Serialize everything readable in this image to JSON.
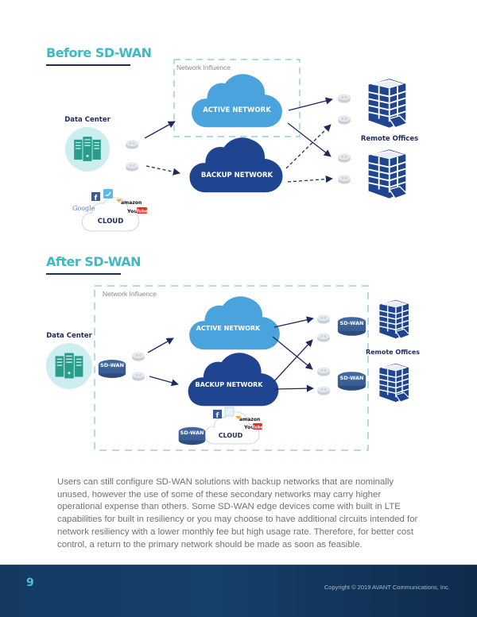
{
  "colors": {
    "accent": "#3dbac4",
    "navy": "#1f2a5c",
    "active_cloud": "#4aa3dc",
    "backup_cloud": "#1f4591",
    "building": "#1f4591",
    "data_center": "#2a9d8a",
    "data_center_bg": "#cdeeee",
    "sdwan_device": "#3a5f95",
    "footer_bg": "#143a62"
  },
  "before": {
    "title": "Before SD-WAN",
    "network_influence_label": "Network Influence",
    "data_center_label": "Data Center",
    "active_network_label": "ACTIVE NETWORK",
    "backup_network_label": "BACKUP NETWORK",
    "remote_offices_label": "Remote Offices",
    "cloud_label": "CLOUD",
    "cloud_services": [
      "Google",
      "Facebook",
      "Twitter",
      "Amazon",
      "YouTube"
    ]
  },
  "after": {
    "title": "After SD-WAN",
    "network_influence_label": "Network Influence",
    "data_center_label": "Data Center",
    "active_network_label": "ACTIVE NETWORK",
    "backup_network_label": "BACKUP NETWORK",
    "remote_offices_label": "Remote Offices",
    "cloud_label": "CLOUD",
    "sdwan_label": "SD-WAN",
    "cloud_services": [
      "Facebook",
      "Twitter",
      "Amazon",
      "YouTube"
    ]
  },
  "logos": {
    "google": "Google",
    "facebook": "f",
    "amazon": "amazon",
    "youtube_you": "You",
    "youtube_tube": "Tube"
  },
  "body_text": "Users can still configure SD-WAN solutions with backup networks that are nominally unused, however the use of some of these secondary networks may carry higher operational expense than others. Some SD-WAN edge devices come with built in LTE capabilities for built in resiliency or you may choose to have additional circuits intended for network resiliency with a lower monthly fee but high usage rate. Therefore, for better cost control, a return to the primary network should be made as soon as feasible.",
  "footer": {
    "page_number": "9",
    "copyright": "Copyright © 2019 AVANT Communications, Inc."
  }
}
